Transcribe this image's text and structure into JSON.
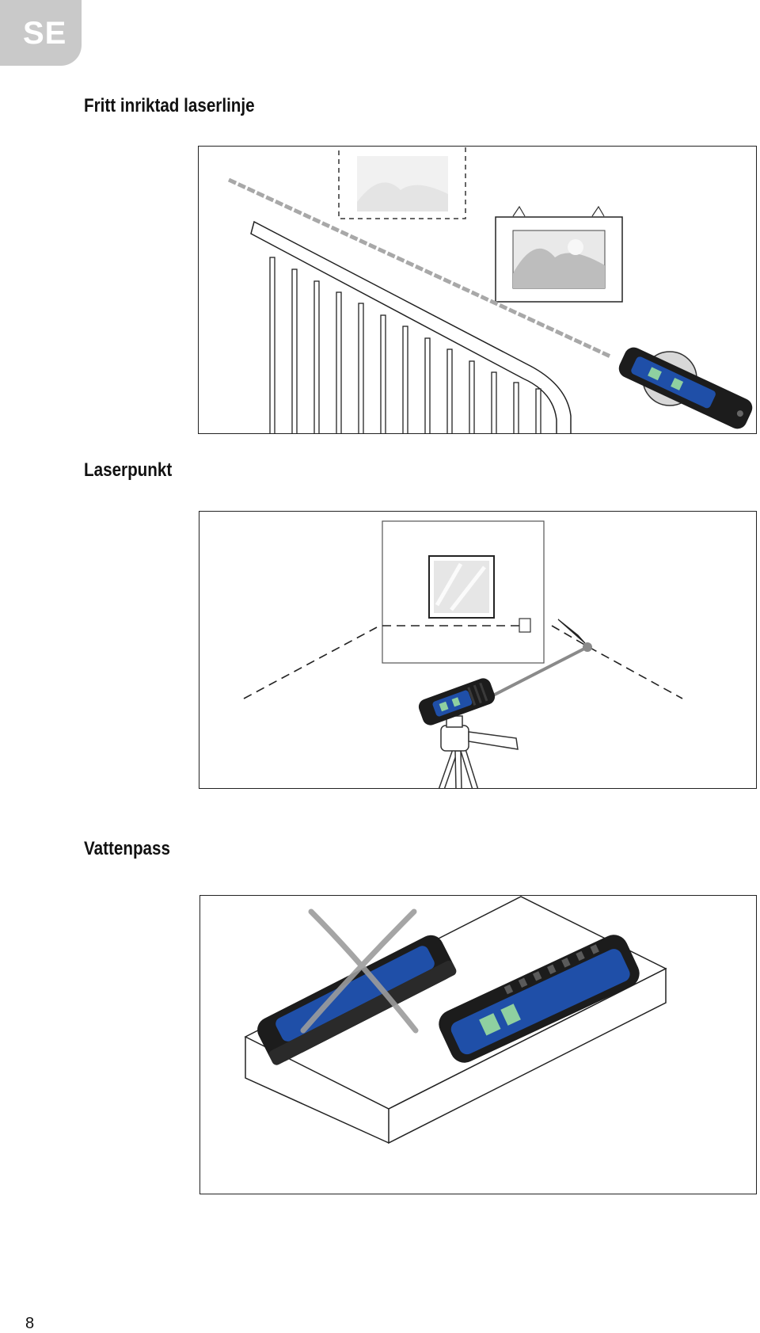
{
  "page": {
    "language_tab": "SE",
    "page_number": "8"
  },
  "sections": [
    {
      "heading": "Fritt inriktad laserlinje",
      "illustration": "laser-line-staircase"
    },
    {
      "heading": "Laserpunkt",
      "illustration": "laser-dot-tripod"
    },
    {
      "heading": "Vattenpass",
      "illustration": "spirit-level-on-surface"
    }
  ],
  "colors": {
    "tab_background": "#c9c9c9",
    "device_blue": "#1f4fa8",
    "device_body": "#1c1c1c",
    "laser_line": "#9a9a9a"
  }
}
